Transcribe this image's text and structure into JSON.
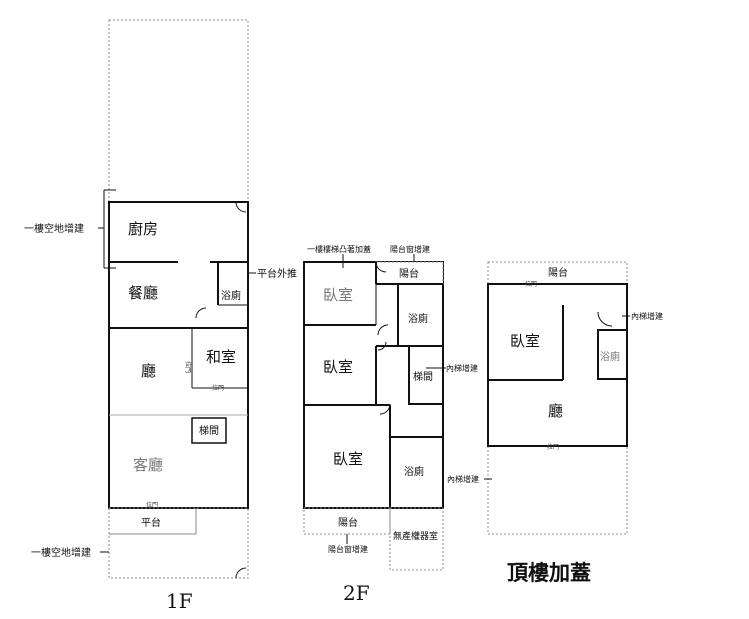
{
  "floor1": {
    "caption": "1F",
    "annotations": {
      "kitchen_addition": "一樓空地增建",
      "platform_extension": "平台外推",
      "front_addition": "一樓空地增建"
    },
    "rooms": {
      "kitchen": "廚房",
      "dining": "餐廳",
      "bathroom": "浴廁",
      "hall": "廳",
      "tatami": "和室",
      "stair": "梯間",
      "living": "客廳",
      "platform": "平台"
    },
    "small_marks": [
      "拉門",
      "拉門",
      "拉門"
    ]
  },
  "floor2": {
    "caption": "2F",
    "annotations": {
      "stair_wall": "一樓樓梯凸著加蓋",
      "balcony_window": "陽台窗增建",
      "inner_stair": "內梯增建",
      "window_addition": "陽台窗增建"
    },
    "rooms": {
      "balcony_top": "陽台",
      "bedroom1": "臥室",
      "bath1": "浴廁",
      "bedroom2": "臥室",
      "stair": "梯間",
      "bedroom3": "臥室",
      "bath2": "浴廁",
      "balcony_bottom": "陽台",
      "storage": "無產權器室"
    }
  },
  "rooftop": {
    "caption": "頂樓加蓋",
    "annotations": {
      "inner_stair_top": "內梯增建",
      "inner_stair_bottom": "內梯增建"
    },
    "rooms": {
      "balcony": "陽台",
      "bedroom": "臥室",
      "bath": "浴廁",
      "hall": "廳"
    },
    "small_marks": [
      "拉門",
      "拉門"
    ]
  },
  "colors": {
    "wall": "#111111",
    "dashed": "#888888"
  }
}
